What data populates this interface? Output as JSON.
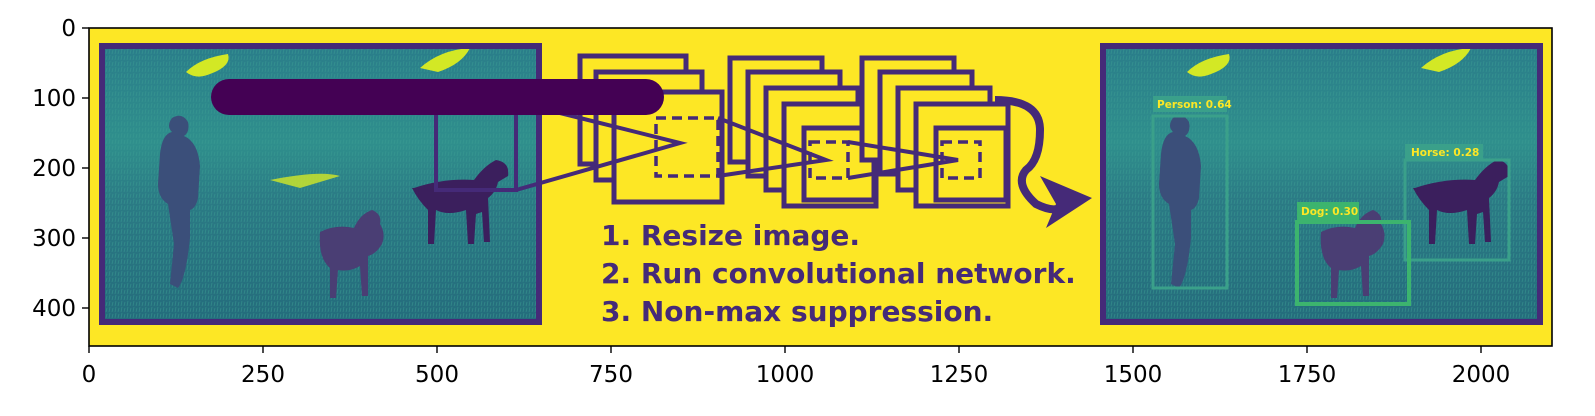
{
  "figure": {
    "background_color": "#fde725",
    "frame_color": "#452a78",
    "scene_colors": {
      "grass_dark": "#2c6e7e",
      "grass_light": "#37b0a0",
      "mountain": "#2a8e8c",
      "snow": "#d3e825",
      "animal": "#3b1f5d",
      "redaction": "#440154"
    },
    "x_axis": {
      "ticks": [
        "0",
        "250",
        "500",
        "750",
        "1000",
        "1250",
        "1500",
        "1750",
        "2000"
      ]
    },
    "y_axis": {
      "ticks": [
        "0",
        "100",
        "200",
        "300",
        "400"
      ]
    },
    "steps": [
      "1. Resize image.",
      "2. Run convolutional network.",
      "3. Non-max suppression."
    ],
    "detections": [
      {
        "label": "Person: 0.64",
        "color": "#3aa08a"
      },
      {
        "label": "Horse: 0.28",
        "color": "#3aa08a"
      },
      {
        "label": "Dog: 0.30",
        "color": "#3cb46e"
      }
    ]
  }
}
